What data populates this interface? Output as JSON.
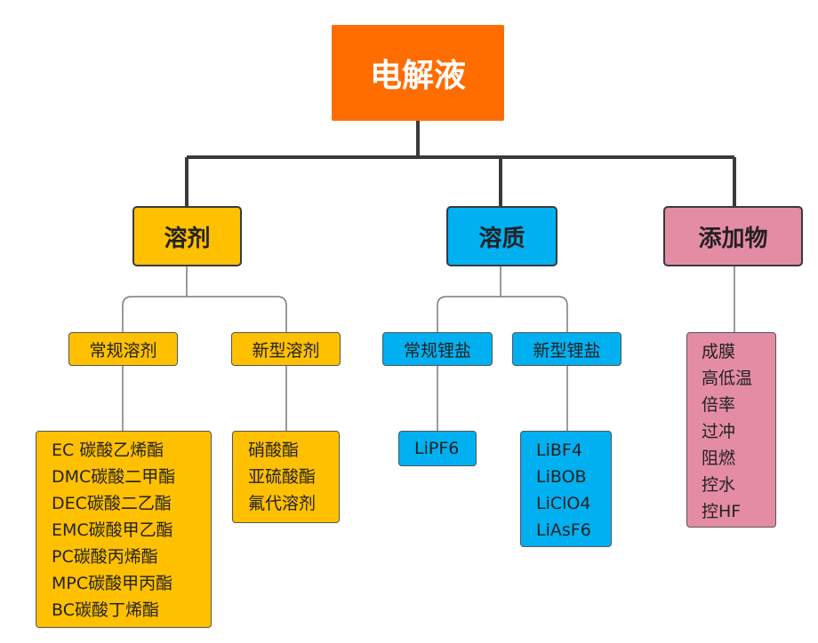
{
  "diagram": {
    "root": {
      "label": "电解液",
      "color": "#ff6d00"
    },
    "branches": [
      {
        "label": "溶剂",
        "color": "#ffc000",
        "children": [
          {
            "label": "常规溶剂",
            "items": [
              "EC 碳酸乙烯酯",
              "DMC碳酸二甲酯",
              "DEC碳酸二乙酯",
              "EMC碳酸甲乙酯",
              "PC碳酸丙烯酯",
              "MPC碳酸甲丙酯",
              "BC碳酸丁烯酯"
            ]
          },
          {
            "label": "新型溶剂",
            "items": [
              "硝酸酯",
              "亚硫酸酯",
              "氟代溶剂"
            ]
          }
        ]
      },
      {
        "label": "溶质",
        "color": "#00b0f0",
        "children": [
          {
            "label": "常规锂盐",
            "items": [
              "LiPF6"
            ]
          },
          {
            "label": "新型锂盐",
            "items": [
              "LiBF4",
              "LiBOB",
              "LiClO4",
              "LiAsF6"
            ]
          }
        ]
      },
      {
        "label": "添加物",
        "color": "#e58ca5",
        "items": [
          "成膜",
          "高低温",
          "倍率",
          "过冲",
          "阻燃",
          "控水",
          "控HF"
        ]
      }
    ]
  }
}
